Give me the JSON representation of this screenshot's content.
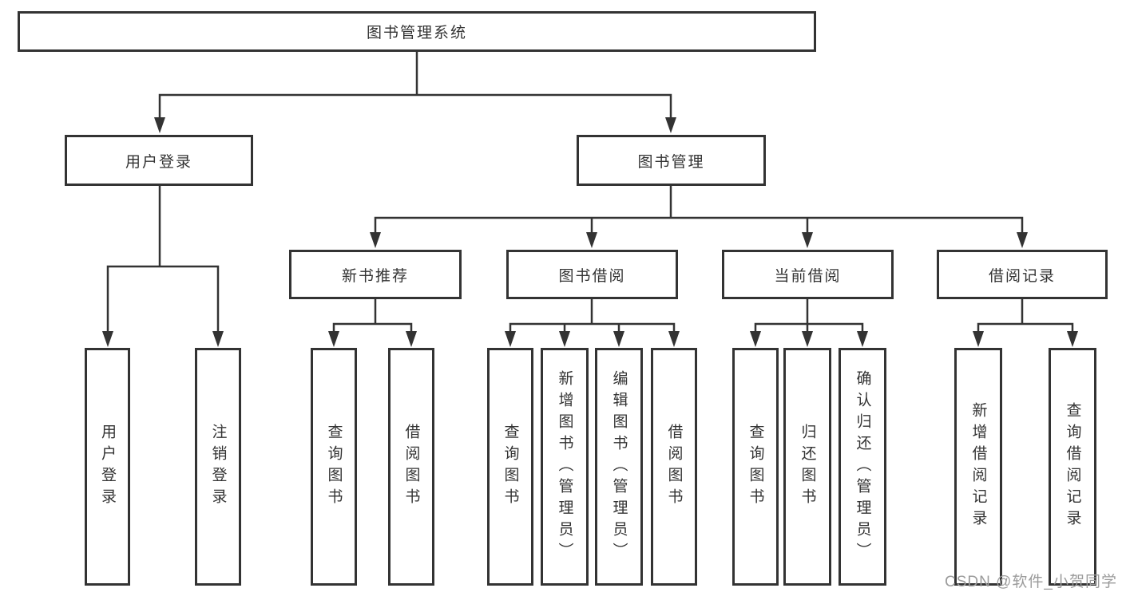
{
  "diagram": {
    "root": {
      "label": "图书管理系统"
    },
    "level1": [
      {
        "label": "用户登录",
        "children": [
          {
            "label": "用户登录"
          },
          {
            "label": "注销登录"
          }
        ]
      },
      {
        "label": "图书管理",
        "children": [
          {
            "label": "新书推荐",
            "children": [
              {
                "label": "查询图书"
              },
              {
                "label": "借阅图书"
              }
            ]
          },
          {
            "label": "图书借阅",
            "children": [
              {
                "label": "查询图书"
              },
              {
                "label": "新增图书（管理员）"
              },
              {
                "label": "编辑图书（管理员）"
              },
              {
                "label": "借阅图书"
              }
            ]
          },
          {
            "label": "当前借阅",
            "children": [
              {
                "label": "查询图书"
              },
              {
                "label": "归还图书"
              },
              {
                "label": "确认归还（管理员）"
              }
            ]
          },
          {
            "label": "借阅记录",
            "children": [
              {
                "label": "新增借阅记录"
              },
              {
                "label": "查询借阅记录"
              }
            ]
          }
        ]
      }
    ]
  },
  "watermark": {
    "text": "CSDN @软件_小贺同学"
  },
  "colors": {
    "line": "#333333",
    "box_border": "#333333",
    "box_fill": "#ffffff",
    "text": "#333333",
    "watermark": "#9b9b9b",
    "background": "#ffffff"
  }
}
